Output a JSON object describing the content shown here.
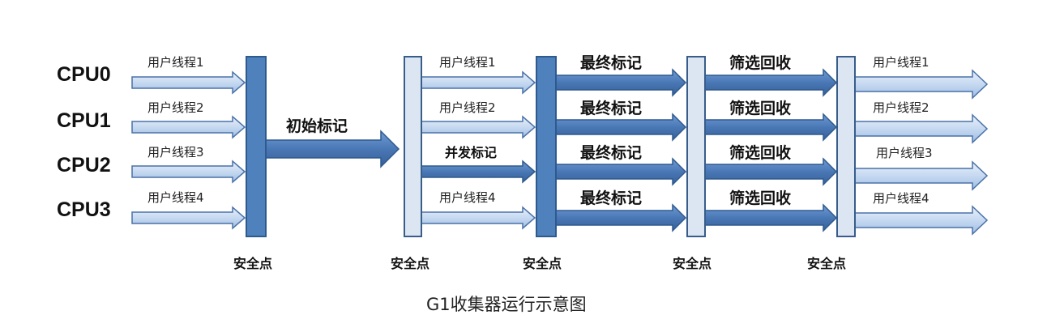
{
  "cpus": [
    "CPU0",
    "CPU1",
    "CPU2",
    "CPU3"
  ],
  "stage1": {
    "threads": [
      "用户线程1",
      "用户线程2",
      "用户线程3",
      "用户线程4"
    ]
  },
  "initial_mark": "初始标记",
  "stage2": {
    "labels": [
      "用户线程1",
      "用户线程2",
      "并发标记",
      "用户线程4"
    ]
  },
  "final_mark": {
    "labels": [
      "最终标记",
      "最终标记",
      "最终标记",
      "最终标记"
    ]
  },
  "evacuation": {
    "labels": [
      "筛选回收",
      "筛选回收",
      "筛选回收",
      "筛选回收"
    ]
  },
  "stage5": {
    "threads": [
      "用户线程1",
      "用户线程2",
      "用户线程3",
      "用户线程4"
    ]
  },
  "safepoints": [
    "安全点",
    "安全点",
    "安全点",
    "安全点",
    "安全点"
  ],
  "caption": "G1收集器运行示意图",
  "colors": {
    "dark_bar": "#4f81bd",
    "dark_bar_stroke": "#2f5a8e",
    "light_bar": "#dce6f2",
    "light_bar_stroke": "#385d8a",
    "user_arrow": "#c6d9f1",
    "user_arrow_stroke": "#4a72a8",
    "gc_arrow": "#4a78b5",
    "gc_arrow_stroke": "#2f5a8e"
  }
}
